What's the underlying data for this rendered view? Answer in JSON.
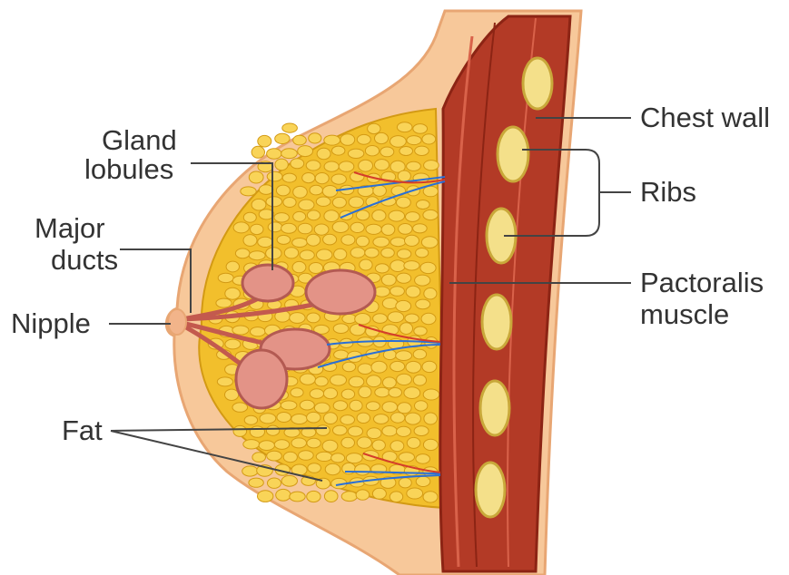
{
  "labels": {
    "gland_lobules": [
      "Gland",
      "lobules"
    ],
    "major_ducts": [
      "Major",
      "ducts"
    ],
    "nipple": "Nipple",
    "fat": "Fat",
    "chest_wall": "Chest wall",
    "ribs": "Ribs",
    "pectoralis_muscle": [
      "Pactoralis",
      "muscle"
    ]
  },
  "colors": {
    "skin": "#f7c89a",
    "skin_outline": "#e8a673",
    "fat": "#f2bf2c",
    "fat_cell": "#f9d458",
    "fat_outline": "#d39a14",
    "lobule": "#e39387",
    "lobule_outline": "#b35a52",
    "muscle": "#b33a26",
    "muscle_dark": "#8c2414",
    "rib": "#f4e08a",
    "rib_outline": "#c9a83a",
    "vein": "#2a6fd6",
    "artery": "#d43d2a",
    "leader": "#444444",
    "text": "#333333"
  }
}
